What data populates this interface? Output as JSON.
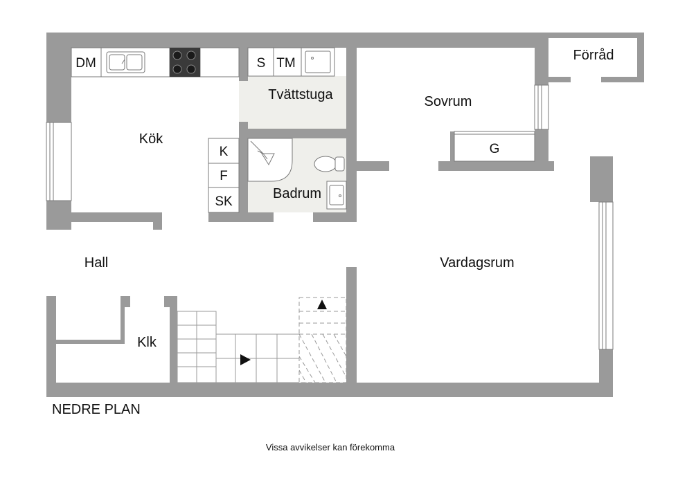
{
  "rooms": {
    "kok": "Kök",
    "tvattstuga": "Tvättstuga",
    "sovrum": "Sovrum",
    "forrad": "Förråd",
    "badrum": "Badrum",
    "hall": "Hall",
    "vardagsrum": "Vardagsrum",
    "klk": "Klk"
  },
  "appliances": {
    "dm": "DM",
    "s": "S",
    "tm": "TM",
    "k": "K",
    "f": "F",
    "sk": "SK",
    "g": "G"
  },
  "plan_title": "NEDRE PLAN",
  "disclaimer": "Vissa avvikelser kan förekomma",
  "colors": {
    "wall": "#9a9a9a",
    "wet_room_floor": "#efefeb",
    "line": "#7a7a7a",
    "text": "#111111"
  }
}
